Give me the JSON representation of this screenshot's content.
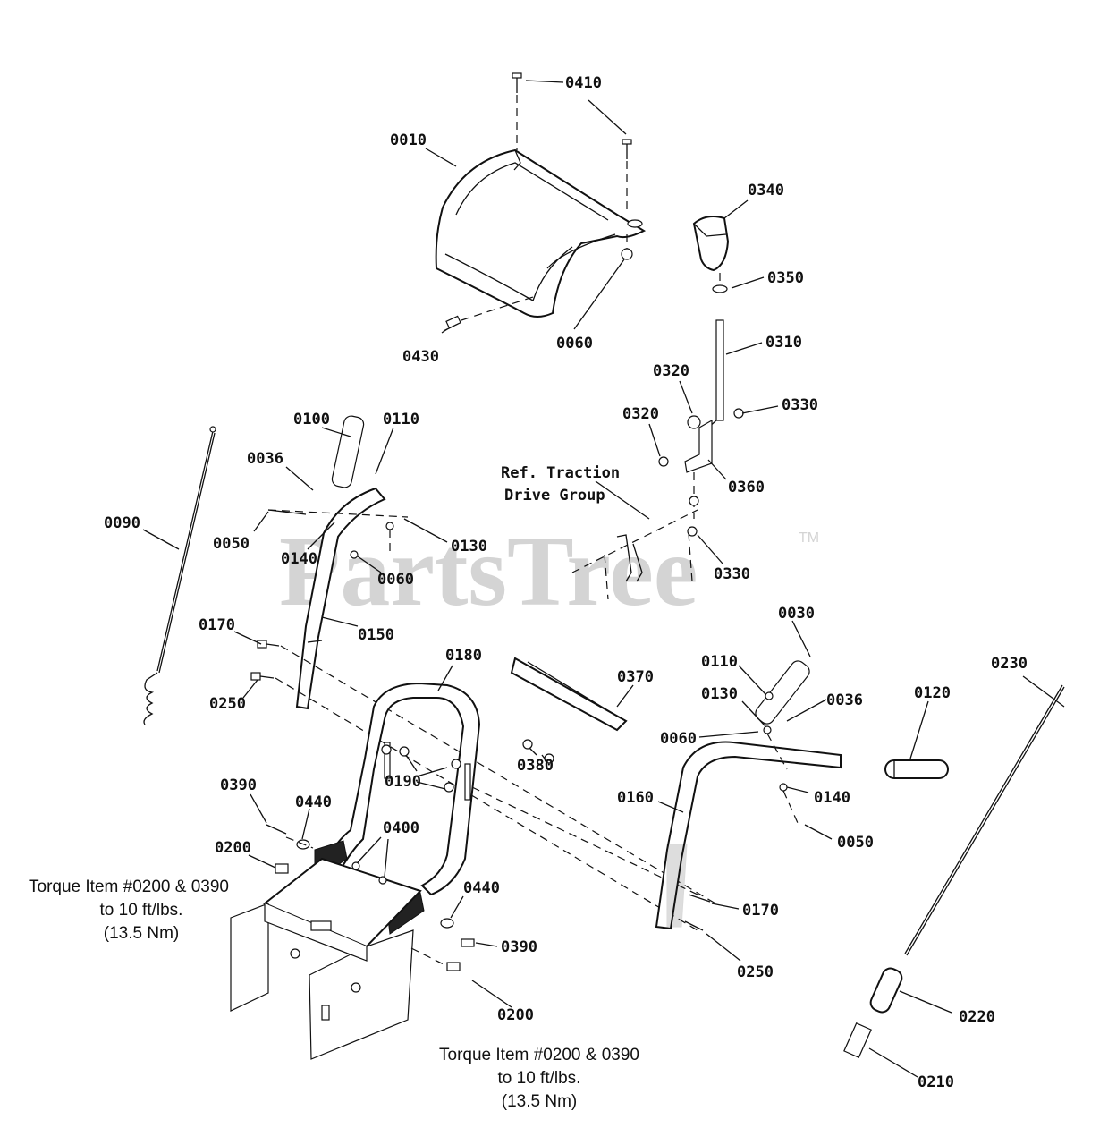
{
  "watermark": {
    "text": "PartsTree",
    "trademark": "TM"
  },
  "reference_label": {
    "line1": "Ref. Traction",
    "line2": "Drive Group"
  },
  "torque_notes": [
    {
      "line1": "Torque Item #0200 & 0390",
      "line2": "to 10 ft/lbs.",
      "line3": "(13.5 Nm)"
    },
    {
      "line1": "Torque Item #0200 & 0390",
      "line2": "to 10 ft/lbs.",
      "line3": "(13.5 Nm)"
    }
  ],
  "callouts": [
    {
      "label": "0410"
    },
    {
      "label": "0010"
    },
    {
      "label": "0340"
    },
    {
      "label": "0350"
    },
    {
      "label": "0060"
    },
    {
      "label": "0430"
    },
    {
      "label": "0310"
    },
    {
      "label": "0320"
    },
    {
      "label": "0320"
    },
    {
      "label": "0330"
    },
    {
      "label": "0100"
    },
    {
      "label": "0110"
    },
    {
      "label": "0036"
    },
    {
      "label": "0360"
    },
    {
      "label": "0090"
    },
    {
      "label": "0050"
    },
    {
      "label": "0130"
    },
    {
      "label": "0140"
    },
    {
      "label": "0060"
    },
    {
      "label": "0330"
    },
    {
      "label": "0030"
    },
    {
      "label": "0150"
    },
    {
      "label": "0170"
    },
    {
      "label": "0180"
    },
    {
      "label": "0370"
    },
    {
      "label": "0110"
    },
    {
      "label": "0230"
    },
    {
      "label": "0250"
    },
    {
      "label": "0130"
    },
    {
      "label": "0036"
    },
    {
      "label": "0120"
    },
    {
      "label": "0060"
    },
    {
      "label": "0190"
    },
    {
      "label": "0380"
    },
    {
      "label": "0390"
    },
    {
      "label": "0160"
    },
    {
      "label": "0140"
    },
    {
      "label": "0440"
    },
    {
      "label": "0400"
    },
    {
      "label": "0050"
    },
    {
      "label": "0200"
    },
    {
      "label": "0440"
    },
    {
      "label": "0170"
    },
    {
      "label": "0390"
    },
    {
      "label": "0250"
    },
    {
      "label": "0200"
    },
    {
      "label": "0220"
    },
    {
      "label": "0210"
    }
  ]
}
